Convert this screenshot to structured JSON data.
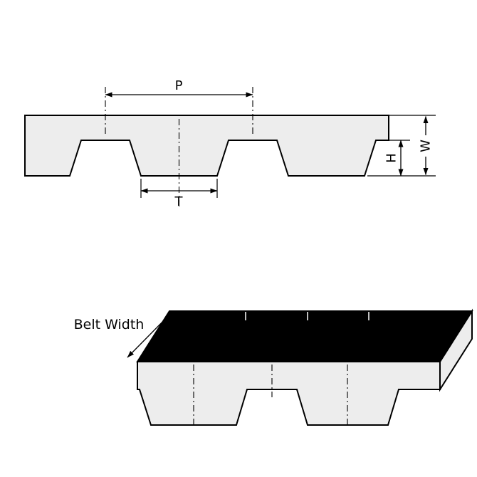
{
  "diagram": {
    "description": "Timing belt tooth profile and dimension diagram",
    "labels": {
      "pitch": "P",
      "tooth_width": "T",
      "tooth_height": "H",
      "belt_thickness": "W",
      "belt_width": "Belt Width"
    },
    "colors": {
      "belt_fill": "#ededed",
      "top_surface": "#000000",
      "outline": "#000000",
      "background": "#ffffff"
    }
  }
}
